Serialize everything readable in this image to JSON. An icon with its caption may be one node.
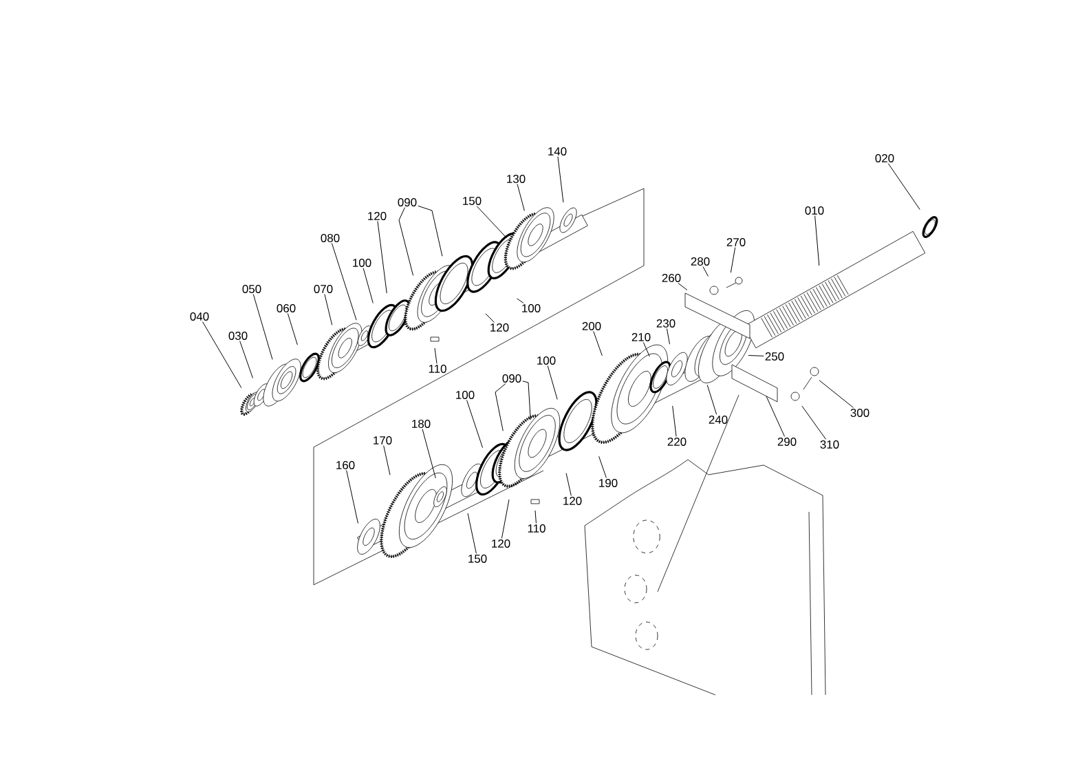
{
  "diagram": {
    "nodes": [
      {
        "text": [
          "020"
        ]
      },
      {
        "text": [
          "140"
        ]
      },
      {
        "text": [
          "130"
        ]
      },
      {
        "text": [
          "010"
        ]
      },
      {
        "text": [
          "090"
        ]
      },
      {
        "text": [
          "150"
        ]
      },
      {
        "text": [
          "270"
        ]
      },
      {
        "text": [
          "120"
        ]
      },
      {
        "text": [
          "080"
        ]
      },
      {
        "text": [
          "280"
        ]
      },
      {
        "text": [
          "100"
        ]
      },
      {
        "text": [
          "260"
        ]
      },
      {
        "text": [
          "070"
        ]
      },
      {
        "text": [
          "050"
        ]
      },
      {
        "text": [
          "060"
        ]
      },
      {
        "text": [
          "100"
        ]
      },
      {
        "text": [
          "040"
        ]
      },
      {
        "text": [
          "200"
        ]
      },
      {
        "text": [
          "230"
        ]
      },
      {
        "text": [
          "120"
        ]
      },
      {
        "text": [
          "030"
        ]
      },
      {
        "text": [
          "210"
        ]
      },
      {
        "text": [
          "250"
        ]
      },
      {
        "text": [
          "100"
        ]
      },
      {
        "text": [
          "110"
        ]
      },
      {
        "text": [
          "090"
        ]
      },
      {
        "text": [
          "100"
        ]
      },
      {
        "text": [
          "300"
        ]
      },
      {
        "text": [
          "240"
        ]
      },
      {
        "text": [
          "170"
        ]
      },
      {
        "text": [
          "180"
        ]
      },
      {
        "text": [
          "220"
        ]
      },
      {
        "text": [
          "290"
        ]
      },
      {
        "text": [
          "310"
        ]
      },
      {
        "text": [
          "160"
        ]
      },
      {
        "text": [
          "190"
        ]
      },
      {
        "text": [
          "120"
        ]
      },
      {
        "text": [
          "110"
        ]
      },
      {
        "text": [
          "120"
        ]
      },
      {
        "text": [
          "150"
        ]
      }
    ],
    "edges": [
      {
        "from": 0,
        "to": null,
        "arrow": "none"
      },
      {
        "from": 1,
        "to": null,
        "arrow": "none"
      },
      {
        "from": 2,
        "to": null,
        "arrow": "none"
      },
      {
        "from": 3,
        "to": null,
        "arrow": "none"
      },
      {
        "from": 4,
        "to": null,
        "arrow": "none"
      },
      {
        "from": 4,
        "to": null,
        "arrow": "none"
      },
      {
        "from": 5,
        "to": null,
        "arrow": "none"
      },
      {
        "from": 6,
        "to": null,
        "arrow": "none"
      },
      {
        "from": 7,
        "to": null,
        "arrow": "none"
      },
      {
        "from": 8,
        "to": null,
        "arrow": "none"
      },
      {
        "from": 9,
        "to": null,
        "arrow": "none"
      },
      {
        "from": 10,
        "to": null,
        "arrow": "none"
      },
      {
        "from": 11,
        "to": null,
        "arrow": "none"
      },
      {
        "from": 12,
        "to": null,
        "arrow": "none"
      },
      {
        "from": 13,
        "to": null,
        "arrow": "none"
      },
      {
        "from": 14,
        "to": null,
        "arrow": "none"
      },
      {
        "from": 15,
        "to": null,
        "arrow": "none"
      },
      {
        "from": 16,
        "to": null,
        "arrow": "none"
      },
      {
        "from": 17,
        "to": null,
        "arrow": "none"
      },
      {
        "from": 18,
        "to": null,
        "arrow": "none"
      },
      {
        "from": 19,
        "to": null,
        "arrow": "none"
      },
      {
        "from": 20,
        "to": null,
        "arrow": "none"
      },
      {
        "from": 21,
        "to": null,
        "arrow": "none"
      },
      {
        "from": 22,
        "to": null,
        "arrow": "none"
      },
      {
        "from": 23,
        "to": null,
        "arrow": "none"
      },
      {
        "from": 24,
        "to": null,
        "arrow": "none"
      },
      {
        "from": 25,
        "to": null,
        "arrow": "none"
      },
      {
        "from": 25,
        "to": null,
        "arrow": "none"
      },
      {
        "from": 26,
        "to": null,
        "arrow": "none"
      },
      {
        "from": 27,
        "to": null,
        "arrow": "none"
      },
      {
        "from": 28,
        "to": null,
        "arrow": "none"
      },
      {
        "from": 29,
        "to": null,
        "arrow": "none"
      },
      {
        "from": 30,
        "to": null,
        "arrow": "none"
      },
      {
        "from": 31,
        "to": null,
        "arrow": "none"
      },
      {
        "from": 32,
        "to": null,
        "arrow": "none"
      },
      {
        "from": 33,
        "to": null,
        "arrow": "none"
      },
      {
        "from": 34,
        "to": null,
        "arrow": "none"
      },
      {
        "from": 35,
        "to": null,
        "arrow": "none"
      },
      {
        "from": 36,
        "to": null,
        "arrow": "none"
      },
      {
        "from": 37,
        "to": null,
        "arrow": "none"
      },
      {
        "from": 38,
        "to": null,
        "arrow": "none"
      },
      {
        "from": 39,
        "to": null,
        "arrow": "none"
      }
    ]
  }
}
